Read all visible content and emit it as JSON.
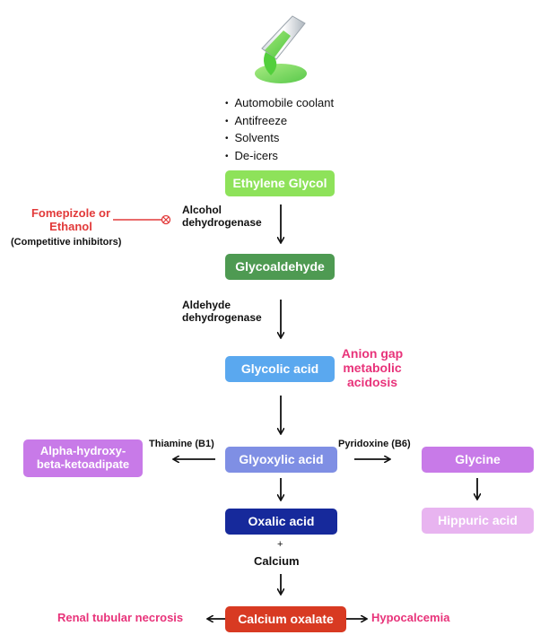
{
  "sources": [
    "Automobile coolant",
    "Antifreeze",
    "Solvents",
    "De-icers"
  ],
  "nodes": {
    "ethylene_glycol": "Ethylene Glycol",
    "glycoaldehyde": "Glycoaldehyde",
    "glycolic_acid": "Glycolic acid",
    "glyoxylic_acid": "Glyoxylic acid",
    "oxalic_acid": "Oxalic acid",
    "calcium_oxalate": "Calcium oxalate",
    "alpha_hydroxy": "Alpha-hydroxy-beta-ketoadipate",
    "glycine": "Glycine",
    "hippuric_acid": "Hippuric acid"
  },
  "enzymes": {
    "alcohol_dehydrogenase": "Alcohol dehydrogenase",
    "aldehyde_dehydrogenase": "Aldehyde dehydrogenase",
    "thiamine": "Thiamine (B1)",
    "pyridoxine": "Pyridoxine (B6)"
  },
  "inhibitor": {
    "name": "Fomepizole or Ethanol",
    "note": "(Competitive inhibitors)"
  },
  "effects": {
    "anion_gap": "Anion gap metabolic acidosis",
    "renal": "Renal tubular necrosis",
    "hypocalcemia": "Hypocalcemia"
  },
  "plus": "+",
  "calcium": "Calcium",
  "colors": {
    "ethylene_glycol": "#8ee25a",
    "glycoaldehyde": "#4e9a52",
    "glycolic_acid": "#5aa8ef",
    "glyoxylic_acid": "#7f8fe4",
    "oxalic_acid": "#16299b",
    "calcium_oxalate": "#d83a22",
    "alpha_hydroxy": "#c87ae8",
    "glycine": "#c87ae8",
    "hippuric_acid": "#e8b4f0",
    "effect_pink": "#e8337a",
    "inhibitor_red": "#e23a3a"
  }
}
